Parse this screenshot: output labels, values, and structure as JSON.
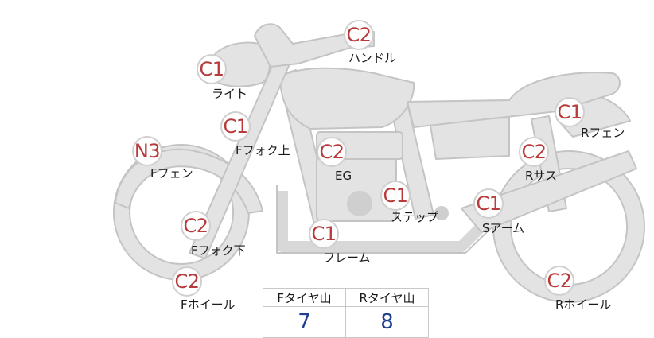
{
  "parts": {
    "handle": {
      "grade": "C2",
      "label": "ハンドル"
    },
    "light": {
      "grade": "C1",
      "label": "ライト"
    },
    "f_fork_top": {
      "grade": "C1",
      "label": "Fフォク上"
    },
    "f_fender": {
      "grade": "N3",
      "label": "Fフェン"
    },
    "engine": {
      "grade": "C2",
      "label": "EG"
    },
    "step": {
      "grade": "C1",
      "label": "ステップ"
    },
    "s_arm": {
      "grade": "C1",
      "label": "Sアーム"
    },
    "r_fender": {
      "grade": "C1",
      "label": "Rフェン"
    },
    "r_sus": {
      "grade": "C2",
      "label": "Rサス"
    },
    "f_fork_bottom": {
      "grade": "C2",
      "label": "Fフォク下"
    },
    "frame": {
      "grade": "C1",
      "label": "フレーム"
    },
    "f_wheel": {
      "grade": "C2",
      "label": "Fホイール"
    },
    "r_wheel": {
      "grade": "C2",
      "label": "Rホイール"
    }
  },
  "tire_table": {
    "front_header": "Fタイヤ山",
    "rear_header": "Rタイヤ山",
    "front_value": "7",
    "rear_value": "8"
  },
  "colors": {
    "grade": "#b83a3a",
    "value": "#1f3f8f",
    "body": "#e3e3e3",
    "outline": "#c4c4c4"
  }
}
